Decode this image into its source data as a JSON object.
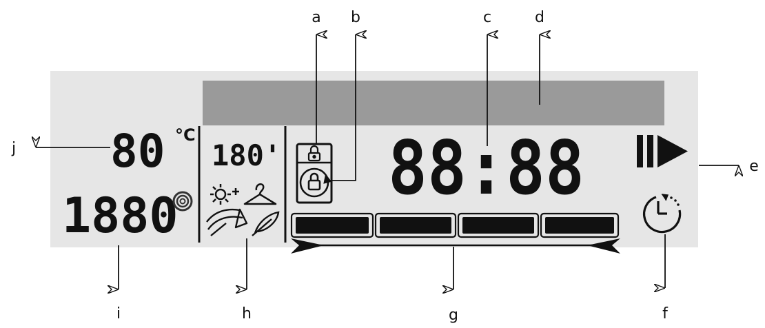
{
  "display": {
    "temperature": "80",
    "temperature_unit": "°C",
    "spin_speed": "1880",
    "duration": "180'",
    "time": "88:88"
  },
  "callouts": {
    "a": "a",
    "b": "b",
    "c": "c",
    "d": "d",
    "e": "e",
    "f": "f",
    "g": "g",
    "h": "h",
    "i": "i",
    "j": "j"
  },
  "icons": [
    "lock-icon",
    "door-lock-icon",
    "spin-icon",
    "start-pause-icon",
    "delay-timer-icon",
    "intensive-icon",
    "easy-iron-icon",
    "prewash-icon",
    "feather-icon",
    "progress-arrow-icon"
  ],
  "colors": {
    "panel": "#e6e6e6",
    "message_bar": "#9a9a9a",
    "segments": "#111111"
  },
  "progress": {
    "segments": 4
  }
}
